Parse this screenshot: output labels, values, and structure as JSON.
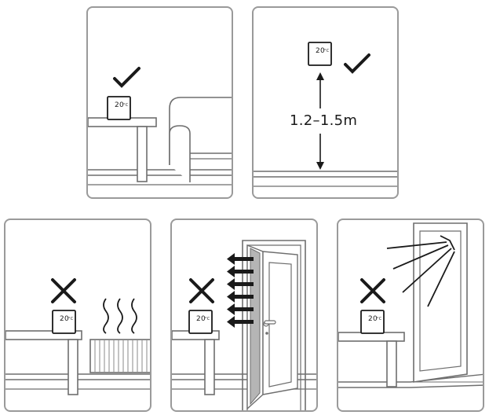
{
  "panels": [
    {
      "id": "desk-ok",
      "status": "correct"
    },
    {
      "id": "height-ok",
      "status": "correct",
      "height_label": "1.2–1.5m"
    },
    {
      "id": "radiator-bad",
      "status": "incorrect"
    },
    {
      "id": "door-bad",
      "status": "incorrect"
    },
    {
      "id": "window-bad",
      "status": "incorrect"
    }
  ],
  "device": {
    "display_text": "20",
    "display_unit": "°C"
  },
  "colors": {
    "border": "#9a9a9a",
    "line": "#6e6e6e",
    "ink": "#1a1a1a",
    "door_gray": "#b5b5b5"
  }
}
